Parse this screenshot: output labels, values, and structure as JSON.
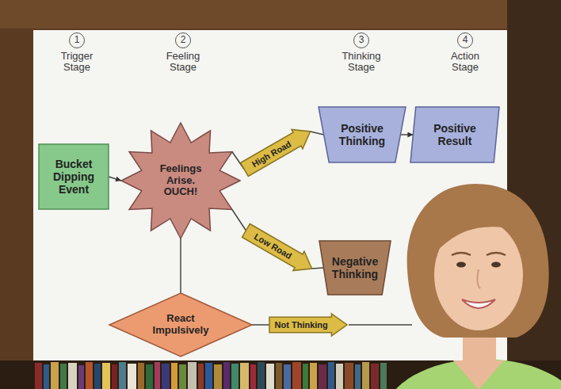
{
  "diagram": {
    "nodes": [
      {
        "text": [
          "Bucket Dipping Event"
        ]
      },
      {
        "text": [
          "Feelings Arise. OUCH!"
        ]
      },
      {
        "text": [
          "High Road"
        ]
      },
      {
        "text": [
          "Positive Thinking"
        ]
      },
      {
        "text": [
          "Positive Result"
        ]
      },
      {
        "text": [
          "Low Road"
        ]
      },
      {
        "text": [
          "Negative Thinking"
        ]
      },
      {
        "text": [
          "React Impulsively"
        ]
      },
      {
        "text": [
          "Not Thinking"
        ]
      }
    ],
    "edges": [
      {
        "from": 0,
        "to": 1,
        "arrow": "to"
      },
      {
        "from": 1,
        "to": 2,
        "arrow": "none"
      },
      {
        "from": 2,
        "to": 3,
        "arrow": "none"
      },
      {
        "from": 3,
        "to": 4,
        "arrow": "to"
      },
      {
        "from": 1,
        "to": 5,
        "arrow": "none"
      },
      {
        "from": 5,
        "to": 6,
        "arrow": "none"
      },
      {
        "from": 1,
        "to": 7,
        "arrow": "none"
      },
      {
        "from": 7,
        "to": 8,
        "arrow": "none"
      }
    ],
    "labels": [
      "1",
      "Trigger Stage",
      "2",
      "Feeling Stage",
      "3",
      "Thinking Stage",
      "4",
      "Action Stage"
    ]
  }
}
